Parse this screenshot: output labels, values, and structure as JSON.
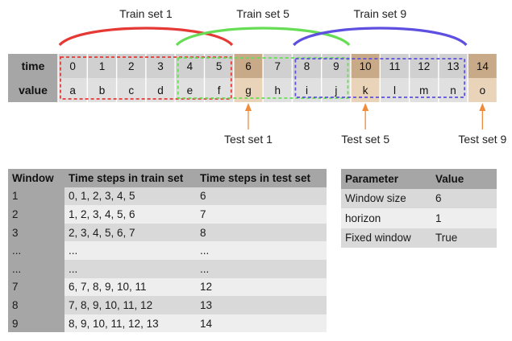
{
  "timeline": {
    "time_label": "time",
    "value_label": "value",
    "times": [
      "0",
      "1",
      "2",
      "3",
      "4",
      "5",
      "6",
      "7",
      "8",
      "9",
      "10",
      "11",
      "12",
      "13",
      "14"
    ],
    "values": [
      "a",
      "b",
      "c",
      "d",
      "e",
      "f",
      "g",
      "h",
      "i",
      "j",
      "k",
      "l",
      "m",
      "n",
      "o"
    ]
  },
  "train_sets": [
    {
      "label": "Train set 1",
      "start": 0,
      "end": 5,
      "color": "#e53935"
    },
    {
      "label": "Train set 5",
      "start": 4,
      "end": 9,
      "color": "#66dd55"
    },
    {
      "label": "Train set 9",
      "start": 8,
      "end": 13,
      "color": "#5e4fe0"
    }
  ],
  "test_sets": [
    {
      "label": "Test set 1",
      "index": 6
    },
    {
      "label": "Test set 5",
      "index": 10
    },
    {
      "label": "Test set 9",
      "index": 14
    }
  ],
  "colors": {
    "label_column": "#a6a6a6",
    "time_row": "#d0d0d0",
    "value_row": "#e0e0e0",
    "test_time": "#c8a988",
    "test_value": "#e9d4b9",
    "arrow": "#ef8b3a"
  },
  "window_table": {
    "headers": [
      "Window",
      "Time steps in train set",
      "Time steps in test set"
    ],
    "rows": [
      [
        "1",
        "0, 1, 2, 3, 4, 5",
        "6"
      ],
      [
        "2",
        "1, 2, 3, 4, 5, 6",
        "7"
      ],
      [
        "3",
        "2, 3, 4, 5, 6, 7",
        "8"
      ],
      [
        "...",
        "...",
        "..."
      ],
      [
        "...",
        "...",
        "..."
      ],
      [
        "7",
        "6, 7, 8, 9, 10, 11",
        "12"
      ],
      [
        "8",
        "7, 8, 9, 10, 11, 12",
        "13"
      ],
      [
        "9",
        "8, 9, 10, 11, 12, 13",
        "14"
      ]
    ]
  },
  "param_table": {
    "headers": [
      "Parameter",
      "Value"
    ],
    "rows": [
      [
        "Window size",
        "6"
      ],
      [
        "horizon",
        "1"
      ],
      [
        "Fixed window",
        "True"
      ]
    ]
  }
}
